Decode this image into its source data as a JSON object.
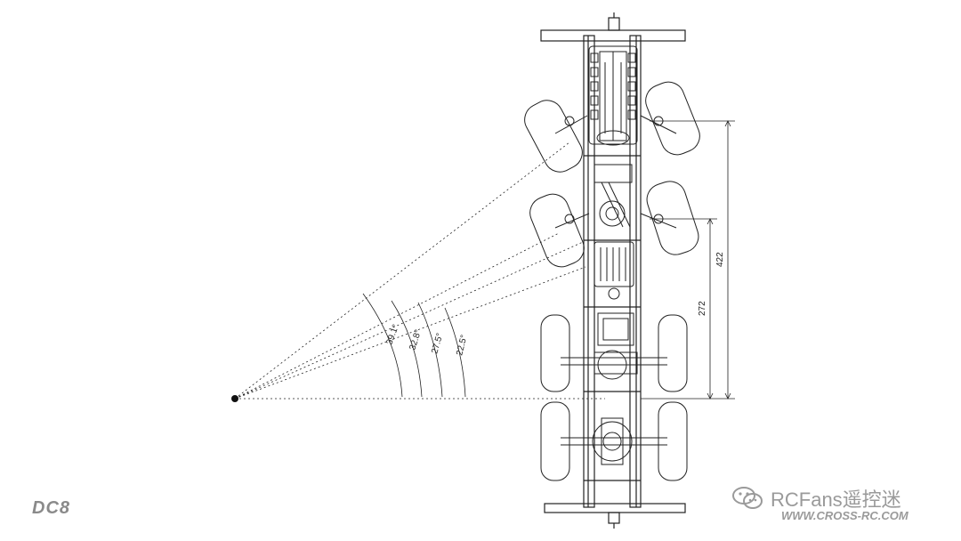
{
  "drawing": {
    "model_label": "DC8",
    "angles": [
      "39.1°",
      "32.8°",
      "27.5°",
      "22.5°"
    ],
    "dimensions": {
      "outer": "422",
      "inner": "272"
    }
  },
  "watermark": {
    "brand": "RCFans遥控迷",
    "url": "WWW.CROSS-RC.COM",
    "icon": "wechat-icon"
  },
  "colors": {
    "line": "#222222",
    "label_gray": "#8a8a8a",
    "watermark_gray": "#9a9a9a"
  }
}
